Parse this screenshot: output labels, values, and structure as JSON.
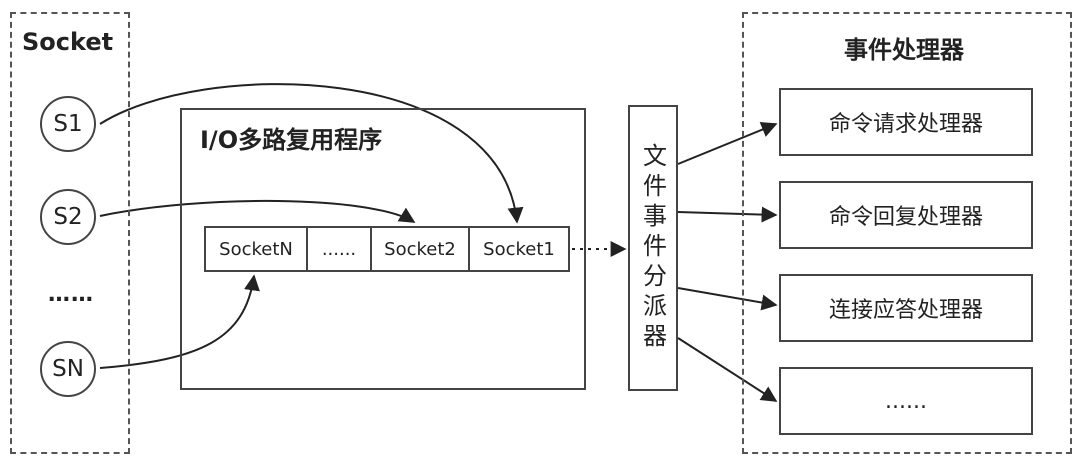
{
  "socket_panel": {
    "title": "Socket"
  },
  "sockets": [
    {
      "label": "S1"
    },
    {
      "label": "S2"
    },
    {
      "label": "SN"
    }
  ],
  "socket_ellipsis": "……",
  "mux": {
    "title": "I/O多路复用程序",
    "queue": [
      "SocketN",
      "......",
      "Socket2",
      "Socket1"
    ]
  },
  "dispatcher": {
    "label": "文件事件分派器"
  },
  "handlers_panel": {
    "title": "事件处理器"
  },
  "handlers": [
    {
      "label": "命令请求处理器"
    },
    {
      "label": "命令回复处理器"
    },
    {
      "label": "连接应答处理器"
    },
    {
      "label": "......"
    }
  ]
}
